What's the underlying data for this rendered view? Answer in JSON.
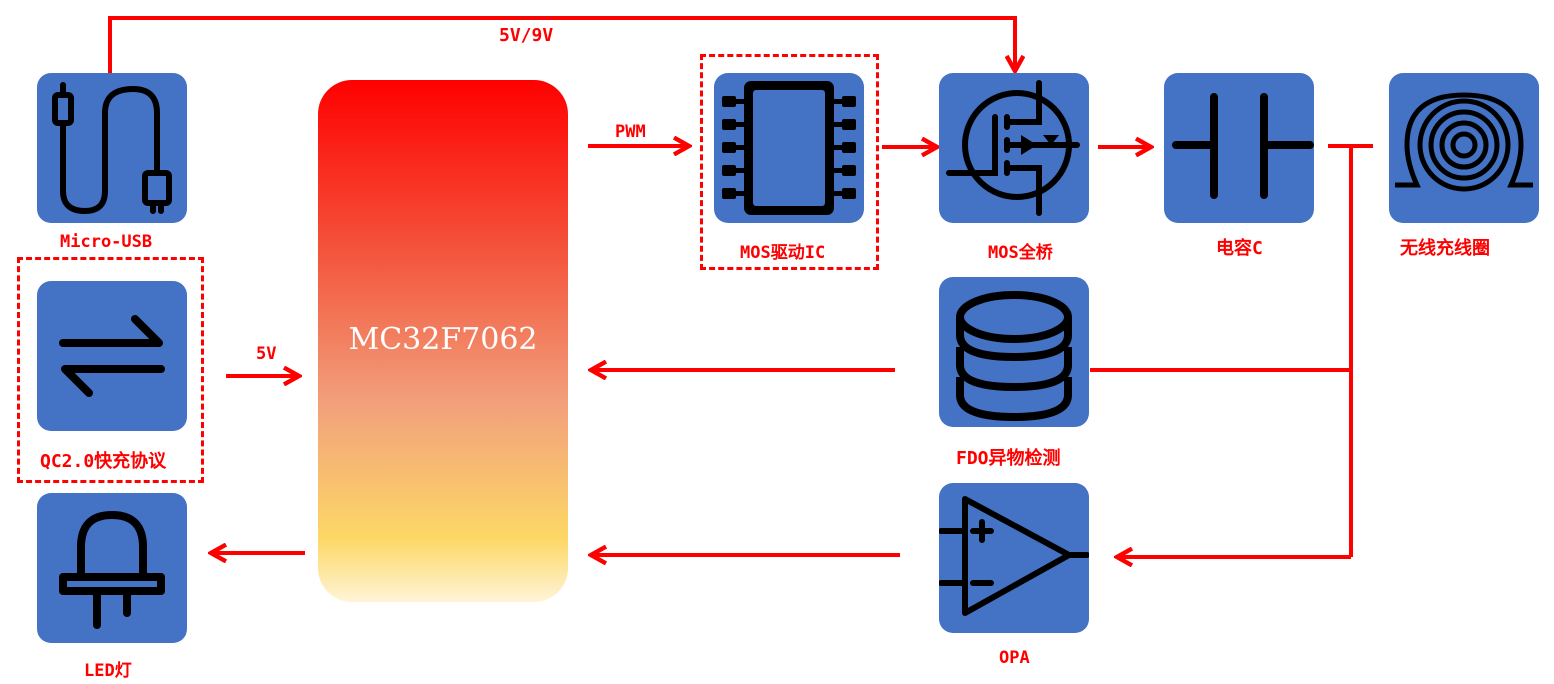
{
  "mcu": {
    "label": "MC32F7062"
  },
  "blocks": {
    "micro_usb": "Micro-USB",
    "qc_protocol": "QC2.0快充协议",
    "led": "LED灯",
    "mos_driver": "MOS驱动IC",
    "mos_bridge": "MOS全桥",
    "capacitor": "电容C",
    "coil": "无线充线圈",
    "fdo": "FDO异物检测",
    "opa": "OPA"
  },
  "signals": {
    "supply": "5V/9V",
    "pwm": "PWM",
    "qc_out": "5V"
  },
  "icons": [
    "usb-cable-icon",
    "swap-arrows-icon",
    "led-icon",
    "chip-icon",
    "mosfet-icon",
    "capacitor-icon",
    "coil-icon",
    "coin-stack-icon",
    "opamp-icon"
  ],
  "colors": {
    "tile": "#4472c4",
    "wire": "#ff0000",
    "label": "#ff0000",
    "icon": "#000000"
  }
}
